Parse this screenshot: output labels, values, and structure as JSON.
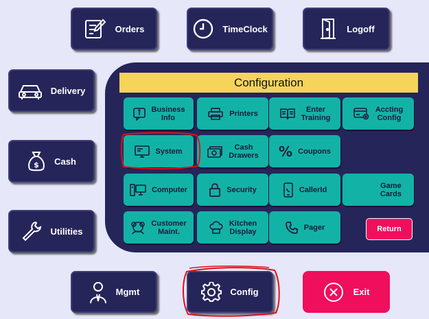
{
  "top_buttons": {
    "orders": "Orders",
    "timeclock": "TimeClock",
    "logoff": "Logoff"
  },
  "left_buttons": {
    "delivery": "Delivery",
    "cash": "Cash",
    "utilities": "Utilities"
  },
  "bottom_buttons": {
    "mgmt": "Mgmt",
    "config": "Config",
    "exit": "Exit"
  },
  "configuration": {
    "title": "Configuration",
    "tiles": {
      "business_info": "Business\nInfo",
      "printers": "Printers",
      "enter_training": "Enter\nTraining",
      "accting_config": "Accting\nConfig",
      "system": "System",
      "cash_drawers": "Cash\nDrawers",
      "coupons": "Coupons",
      "computer": "Computer",
      "security": "Security",
      "callerid": "CallerId",
      "game_cards": "Game\nCards",
      "customer_maint": "Customer\nMaint.",
      "kitchen_display": "Kitchen\nDisplay",
      "pager": "Pager"
    },
    "return": "Return"
  },
  "colors": {
    "background": "#e6e7f8",
    "navy": "#26255a",
    "teal": "#12b3a6",
    "yellow": "#f6d45a",
    "pink": "#ef0f5c",
    "highlight_ring": "#e0101a"
  }
}
